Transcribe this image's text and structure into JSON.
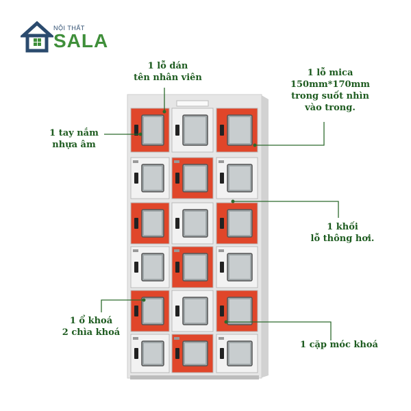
{
  "brand": {
    "small": "NỘI THẤT",
    "big": "SALA"
  },
  "callouts": {
    "label_slot": [
      "1 lỗ dán",
      "tên nhân viên"
    ],
    "mica_window": [
      "1 lỗ mica",
      "150mm*170mm",
      "trong suốt nhìn",
      "vào trong."
    ],
    "handle": [
      "1 tay nắm",
      "nhựa âm"
    ],
    "vent": [
      "1 khối",
      "lỗ thông hơi."
    ],
    "lock": [
      "1 ổ khoá",
      "2 chìa khoá"
    ],
    "hasp": [
      "1 cặp móc khoá"
    ]
  },
  "colors": {
    "label": "#1d5b1f",
    "red_door": "#e0462a",
    "white_door": "#f2f2f2",
    "frame": "#e6e6e6",
    "logo_green": "#3f8f3a",
    "logo_blue": "#2b4b6e"
  },
  "door_colors": [
    [
      "red",
      "white",
      "red"
    ],
    [
      "white",
      "red",
      "white"
    ],
    [
      "red",
      "white",
      "red"
    ],
    [
      "white",
      "red",
      "white"
    ],
    [
      "red",
      "white",
      "red"
    ],
    [
      "white",
      "red",
      "white"
    ]
  ]
}
